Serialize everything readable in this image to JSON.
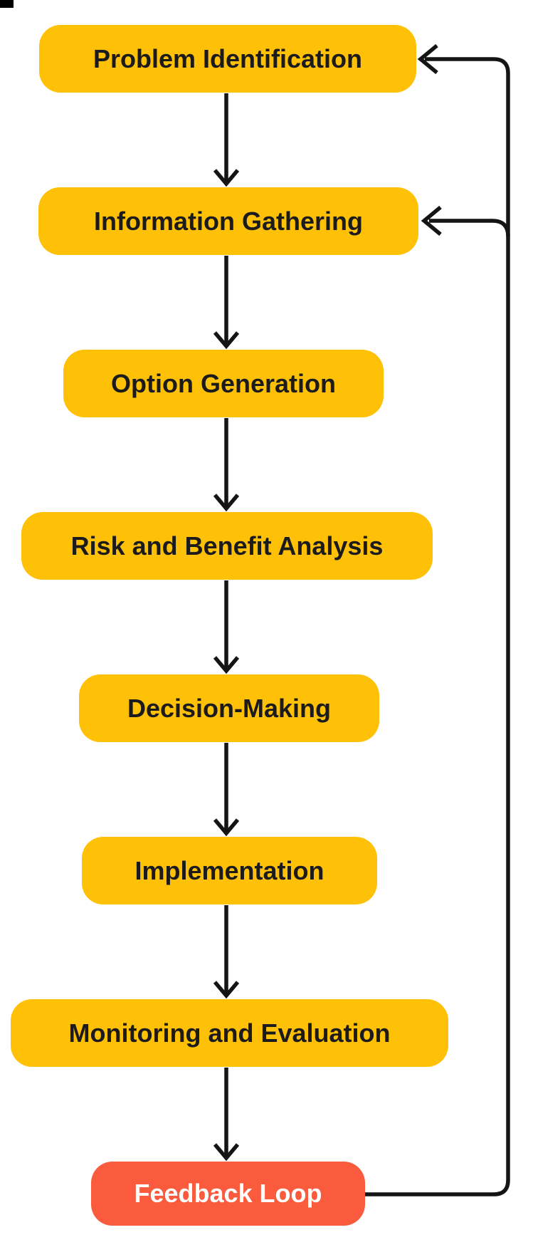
{
  "diagram": {
    "title": "",
    "canvas_background": "#ffffff",
    "line_color": "#141414",
    "node_colors": {
      "process": "#FFC107",
      "feedback": "#FA5B3D"
    },
    "nodes": [
      {
        "label": "Problem Identification",
        "bg": "#FFC107",
        "fg": "#1b1b1b"
      },
      {
        "label": "Information Gathering",
        "bg": "#FFC107",
        "fg": "#1b1b1b"
      },
      {
        "label": "Option Generation",
        "bg": "#FFC107",
        "fg": "#1b1b1b"
      },
      {
        "label": "Risk and Benefit Analysis",
        "bg": "#FFC107",
        "fg": "#1b1b1b"
      },
      {
        "label": "Decision-Making",
        "bg": "#FFC107",
        "fg": "#1b1b1b"
      },
      {
        "label": "Implementation",
        "bg": "#FFC107",
        "fg": "#1b1b1b"
      },
      {
        "label": "Monitoring and Evaluation",
        "bg": "#FFC107",
        "fg": "#1b1b1b"
      },
      {
        "label": "Feedback Loop",
        "bg": "#FA5B3D",
        "fg": "#ffffff"
      }
    ],
    "edges": [
      {
        "from": "Problem Identification",
        "to": "Information Gathering"
      },
      {
        "from": "Information Gathering",
        "to": "Option Generation"
      },
      {
        "from": "Option Generation",
        "to": "Risk and Benefit Analysis"
      },
      {
        "from": "Risk and Benefit Analysis",
        "to": "Decision-Making"
      },
      {
        "from": "Decision-Making",
        "to": "Implementation"
      },
      {
        "from": "Implementation",
        "to": "Monitoring and Evaluation"
      },
      {
        "from": "Monitoring and Evaluation",
        "to": "Feedback Loop"
      },
      {
        "from": "Feedback Loop",
        "to": "Problem Identification"
      },
      {
        "from": "Feedback Loop",
        "to": "Information Gathering"
      }
    ]
  }
}
